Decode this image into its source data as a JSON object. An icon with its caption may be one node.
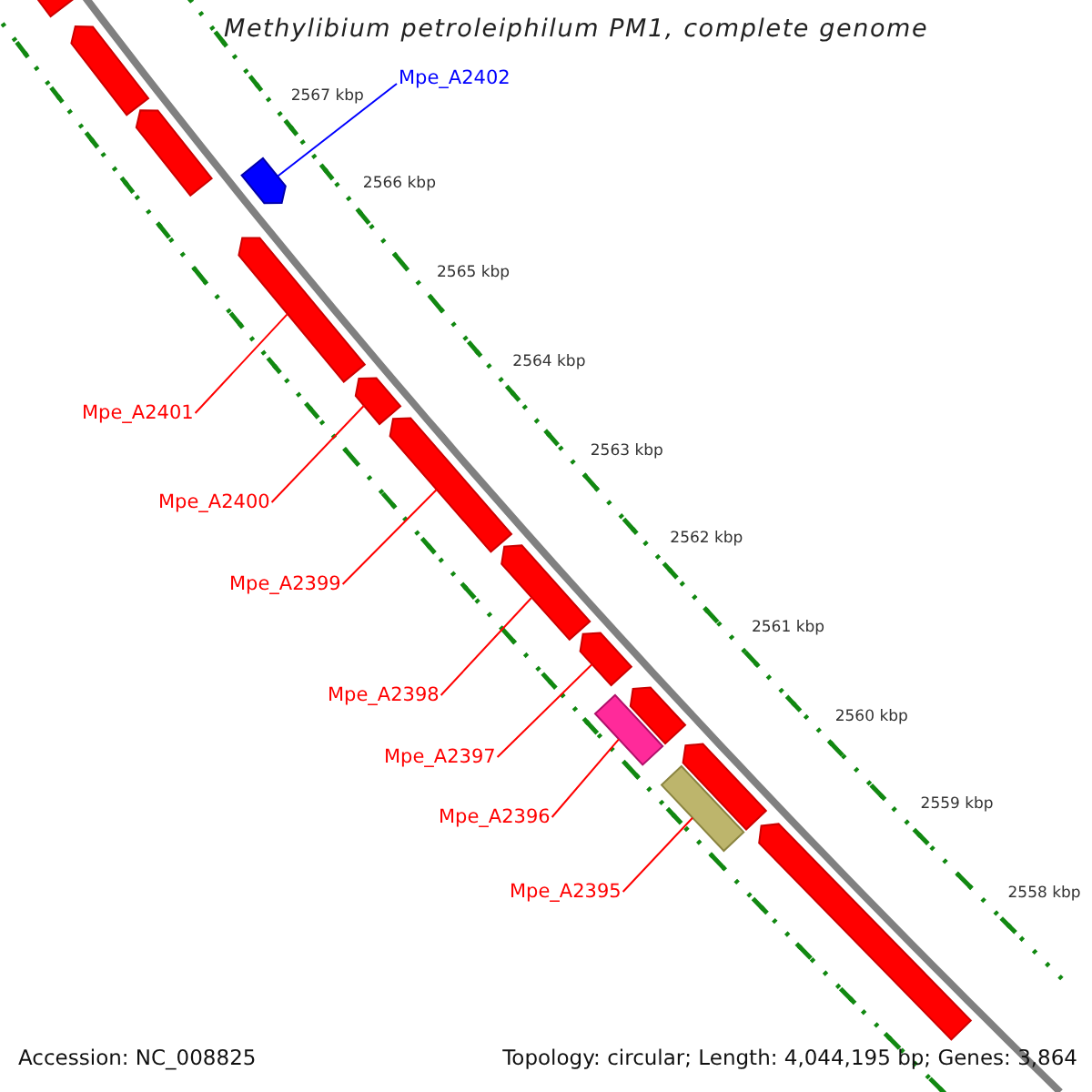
{
  "diagram": {
    "title": "Methylibium petroleiphilum PM1, complete genome",
    "nodes": [
      {
        "text": [
          "Mpe_A2402"
        ]
      },
      {
        "text": [
          "Mpe_A2401"
        ]
      },
      {
        "text": [
          "Mpe_A2400"
        ]
      },
      {
        "text": [
          "Mpe_A2399"
        ]
      },
      {
        "text": [
          "Mpe_A2398"
        ]
      },
      {
        "text": [
          "Mpe_A2397"
        ]
      },
      {
        "text": [
          "Mpe_A2396"
        ]
      },
      {
        "text": [
          "Mpe_A2395"
        ]
      },
      {
        "text": [],
        "shape": "pentagon"
      },
      {
        "text": [],
        "shape": "pentagon"
      },
      {
        "text": [],
        "shape": "pentagon"
      },
      {
        "text": [],
        "shape": "pentagon"
      },
      {
        "text": [],
        "shape": "pentagon"
      },
      {
        "text": [],
        "shape": "pentagon"
      },
      {
        "text": [],
        "shape": "pentagon"
      },
      {
        "text": [],
        "shape": "pentagon"
      },
      {
        "text": [],
        "shape": "pentagon"
      },
      {
        "text": [],
        "shape": "pentagon"
      },
      {
        "text": [],
        "shape": "box"
      },
      {
        "text": [],
        "shape": "pentagon"
      },
      {
        "text": [],
        "shape": "box"
      },
      {
        "text": [],
        "shape": "pentagon"
      }
    ],
    "edges": [
      {
        "from": 0,
        "to": 11,
        "arrow": "none",
        "color": "#0000ff"
      },
      {
        "from": 1,
        "to": 12,
        "arrow": "none"
      },
      {
        "from": 2,
        "to": 13,
        "arrow": "none"
      },
      {
        "from": 3,
        "to": 14,
        "arrow": "none"
      },
      {
        "from": 4,
        "to": 15,
        "arrow": "none"
      },
      {
        "from": 5,
        "to": 16,
        "arrow": "none"
      },
      {
        "from": 6,
        "to": 18,
        "arrow": "none"
      },
      {
        "from": 7,
        "to": 20,
        "arrow": "none"
      }
    ],
    "labels": [
      "2567 kbp",
      "2566 kbp",
      "2565 kbp",
      "2564 kbp",
      "2563 kbp",
      "2562 kbp",
      "2561 kbp",
      "2560 kbp",
      "2559 kbp",
      "2558 kbp",
      "Accession: NC_008825",
      "Topology: circular; Length: 4,044,195 bp; Genes: 3,864"
    ]
  }
}
